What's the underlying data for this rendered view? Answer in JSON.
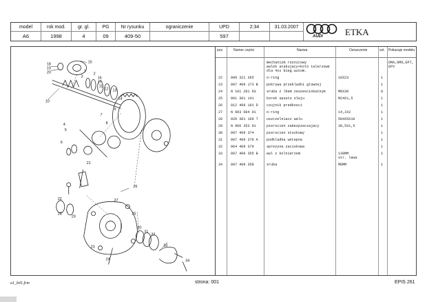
{
  "header": {
    "fields": [
      {
        "label": "model",
        "value": "A6"
      },
      {
        "label": "rok mod.",
        "value": "1998"
      },
      {
        "label": "gr. gl.",
        "value": "4"
      },
      {
        "label": "PG",
        "value": "09"
      },
      {
        "label": "Nr rysunku",
        "value": "409-50"
      },
      {
        "label": "ograniczenie",
        "value": ""
      },
      {
        "label": "UPD",
        "value": "597"
      },
      {
        "label": "",
        "value": "2:34"
      },
      {
        "label": "",
        "value": "31.03.2007"
      }
    ],
    "logo_text": "AUDI",
    "app_title": "ETKA"
  },
  "table": {
    "columns": [
      "poz.",
      "Numer części",
      "Nazwa",
      "Oznaczenie",
      "szt.",
      "Pokazuje modelu"
    ],
    "rows": [
      {
        "pos": "",
        "num": "",
        "name": "mechanizm roznicowy",
        "code": "",
        "qty": "",
        "model": "DMA,DMD,EPT,"
      },
      {
        "pos": "",
        "num": "",
        "name": "walek atakujacy+kolo talerzowe",
        "code": "",
        "qty": "",
        "model": "EPV"
      },
      {
        "pos": "",
        "num": "",
        "name": "dla 4xx bieg.autom.",
        "code": "",
        "qty": "",
        "model": ""
      },
      {
        "pos": "22",
        "num": "099 321 365",
        "name": "o-ring",
        "code": "18X23",
        "qty": "1",
        "model": ""
      },
      {
        "pos": "23",
        "num": "097 409 173 B",
        "name": "pokrywa przekladni glownej",
        "code": "",
        "qty": "1",
        "model": ""
      },
      {
        "pos": "24",
        "num": "N  101 281 03",
        "name": "sruba  z lbem zeszesciokatnym",
        "code": "M8X30",
        "qty": "8",
        "model": ""
      },
      {
        "pos": "25",
        "num": "091 301 141",
        "name": "korek spustu oleju",
        "code": "M24X1,5",
        "qty": "1",
        "model": ""
      },
      {
        "pos": "26",
        "num": "012 409 191 D",
        "name": "czujnik predkosci",
        "code": "",
        "qty": "1",
        "model": ""
      },
      {
        "pos": "27",
        "num": "N  903 684 01",
        "name": "o-ring",
        "code": "14,2X2",
        "qty": "1",
        "model": ""
      },
      {
        "pos": "28",
        "num": "020 301 169 T",
        "name": "uszczelniacz walu",
        "code": "50X65X10",
        "qty": "1",
        "model": ""
      },
      {
        "pos": "29",
        "num": "N  906 353 01",
        "name": "pierscien zabezpieczajacy",
        "code": "30,5X1,5",
        "qty": "1",
        "model": ""
      },
      {
        "pos": "30",
        "num": "097 409 374",
        "name": "pierscien stozkowy",
        "code": "",
        "qty": "1",
        "model": ""
      },
      {
        "pos": "31",
        "num": "097 409 378 A",
        "name": "podkladka wstepna",
        "code": "",
        "qty": "1",
        "model": ""
      },
      {
        "pos": "32",
        "num": "064 409 379",
        "name": "sprezyna zaciskowa",
        "code": "",
        "qty": "1",
        "model": ""
      },
      {
        "pos": "33",
        "num": "097 409 355 B",
        "name": "wal z kolnierzem",
        "code": "130MM",
        "qty": "1",
        "model": ""
      },
      {
        "pos": "",
        "num": "",
        "name": "",
        "code": "str. lewa",
        "qty": "",
        "model": ""
      },
      {
        "pos": "34",
        "num": "097 409 358",
        "name": "sruba",
        "code": "M8MM",
        "qty": "1",
        "model": ""
      }
    ]
  },
  "diagram": {
    "callouts": [
      "15",
      "1",
      "2",
      "3",
      "18",
      "19",
      "20",
      "16",
      "17",
      "10",
      "11",
      "12",
      "13",
      "14",
      "9",
      "4",
      "5",
      "6",
      "7",
      "8",
      "21",
      "22",
      "26",
      "27",
      "28",
      "29",
      "30",
      "31",
      "32",
      "33",
      "34",
      "23",
      "24",
      "25"
    ]
  },
  "footer": {
    "left": "a1_b41.frm",
    "center": "strona: 001",
    "right": "EPIS 261"
  }
}
